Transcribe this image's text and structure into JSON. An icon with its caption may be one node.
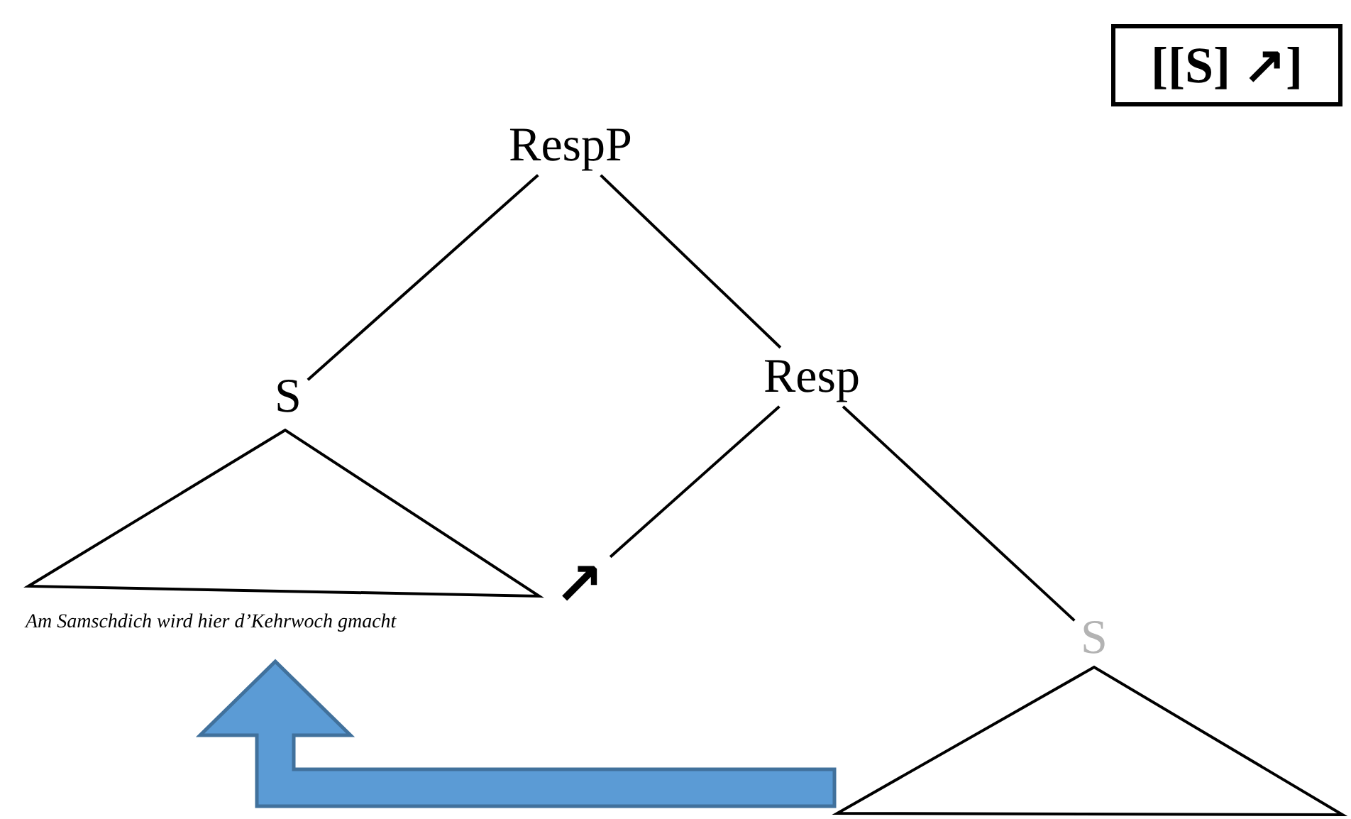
{
  "diagram": {
    "nodes": [
      {
        "text": [
          "[[S] ↗]"
        ]
      },
      {
        "text": [
          "RespP"
        ]
      },
      {
        "text": [
          "S"
        ]
      },
      {
        "text": [
          "Resp"
        ]
      },
      {
        "text": [
          "Am Samschdich wird hier d’Kehrwoch gmacht"
        ]
      },
      {
        "text": [
          "↗"
        ]
      },
      {
        "text": [
          "S"
        ]
      },
      {
        "text": [],
        "shape": "triangle"
      }
    ],
    "edges": [
      {
        "from": 1,
        "to": 2,
        "arrow": "none"
      },
      {
        "from": 1,
        "to": 3,
        "arrow": "none"
      },
      {
        "from": 3,
        "to": 5,
        "arrow": "none"
      },
      {
        "from": 3,
        "to": 6,
        "arrow": "none"
      },
      {
        "from": 7,
        "to": 4,
        "arrow": "to",
        "style": "thick",
        "color": "#5b9bd5"
      }
    ]
  }
}
